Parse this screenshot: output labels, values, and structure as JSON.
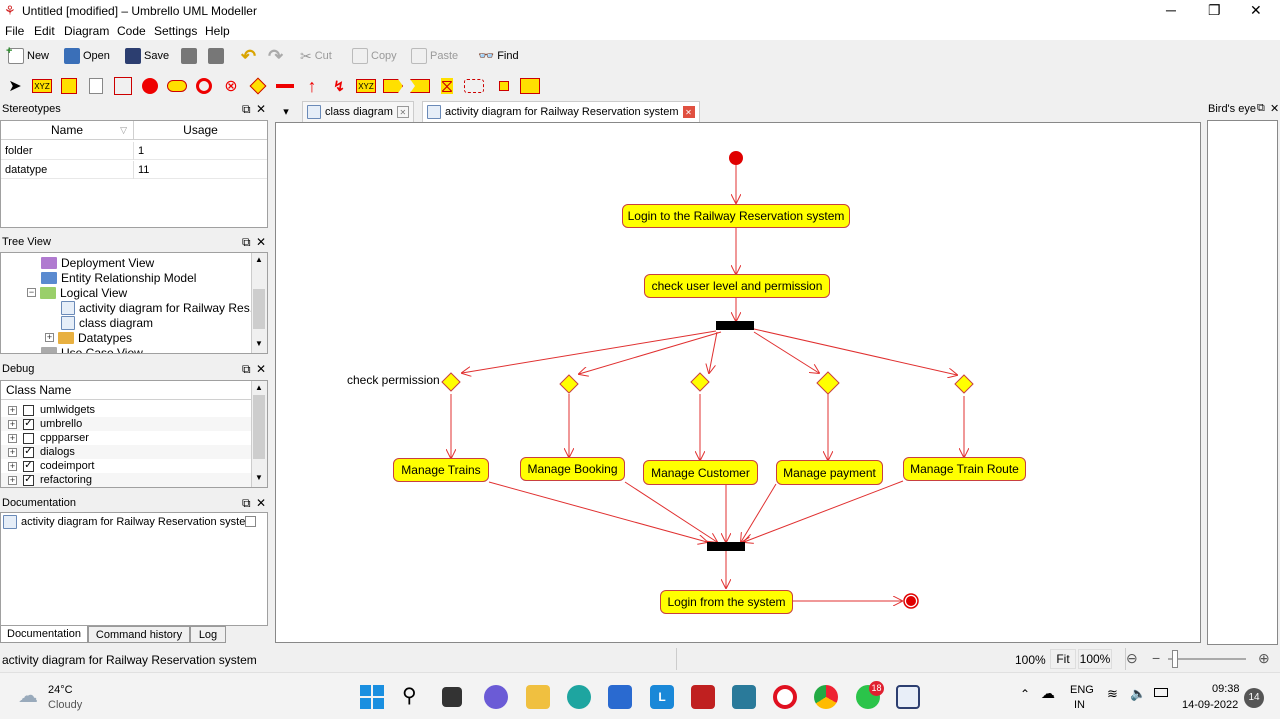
{
  "window": {
    "title": "Untitled [modified] – Umbrello UML Modeller",
    "minimize": "─",
    "maximize": "❐",
    "close": "✕"
  },
  "menu": [
    "File",
    "Edit",
    "Diagram",
    "Code",
    "Settings",
    "Help"
  ],
  "toolbar": {
    "new": "New",
    "open": "Open",
    "save": "Save",
    "cut": "Cut",
    "copy": "Copy",
    "paste": "Paste",
    "find": "Find"
  },
  "stereotypes": {
    "title": "Stereotypes",
    "col_name": "Name",
    "col_usage": "Usage",
    "rows": [
      {
        "name": "folder",
        "usage": "1"
      },
      {
        "name": "datatype",
        "usage": "11"
      }
    ]
  },
  "treeview": {
    "title": "Tree View",
    "items": [
      "Deployment View",
      "Entity Relationship Model",
      "Logical View",
      "activity diagram for Railway Res...",
      "class diagram",
      "Datatypes",
      "Use Case View"
    ]
  },
  "debug": {
    "title": "Debug",
    "col": "Class Name",
    "items": [
      {
        "name": "umlwidgets",
        "checked": false
      },
      {
        "name": "umbrello",
        "checked": true
      },
      {
        "name": "cppparser",
        "checked": false
      },
      {
        "name": "dialogs",
        "checked": true
      },
      {
        "name": "codeimport",
        "checked": true
      },
      {
        "name": "refactoring",
        "checked": true
      }
    ]
  },
  "documentation": {
    "title": "Documentation",
    "item": "activity diagram for Railway Reservation system",
    "tabs": [
      "Documentation",
      "Command history",
      "Log"
    ]
  },
  "tabs": [
    {
      "label": "class diagram"
    },
    {
      "label": "activity diagram for Railway Reservation system"
    }
  ],
  "birdseye": {
    "title": "Bird's eye"
  },
  "diagram": {
    "login": "Login to the Railway Reservation system",
    "check": "check user level and permission",
    "check_permission": "check permission",
    "manage_trains": "Manage Trains",
    "manage_booking": "Manage Booking",
    "manage_customer": "Manage Customer",
    "manage_payment": "Manage payment",
    "manage_route": "Manage Train Route",
    "logout": "Login from the system"
  },
  "status": {
    "text": "activity diagram for Railway Reservation system",
    "zoom": "100%",
    "fit": "Fit",
    "zoom2": "100%"
  },
  "taskbar": {
    "temp": "24°C",
    "weather": "Cloudy",
    "lang1": "ENG",
    "lang2": "IN",
    "time": "09:38",
    "date": "14-09-2022",
    "whatsapp_badge": "18",
    "notif": "14"
  }
}
